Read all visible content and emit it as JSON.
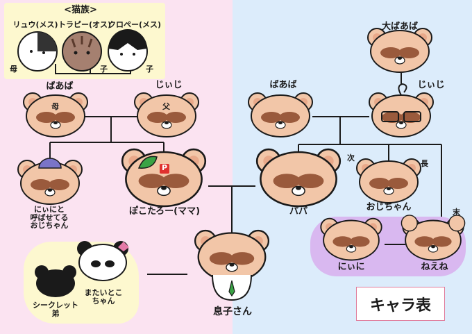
{
  "cats": {
    "heading": "<猫族>",
    "names": [
      "リュウ(メス)",
      "トラピー(オス)",
      "クロペー(メス)"
    ],
    "mother_tag": "母",
    "child_tag": "子"
  },
  "left_family": {
    "grandma_label": "ばあば",
    "grandma_face_mark": "母",
    "grandpa_label": "じぃじ",
    "grandpa_face_mark": "父",
    "uncle_label": "にぃにと\n呼ばせてる\nおじちゃん",
    "mama_label": "ぽこたろー(ママ)",
    "mama_badge": "P"
  },
  "right_family": {
    "great_grandma_label": "大ばあば",
    "grandma_label": "ばあば",
    "grandpa_label": "じぃじ",
    "papa_label": "パパ",
    "papa_tag": "次",
    "uncle_label": "おじちゃん",
    "uncle_tag": "長",
    "nini_label": "にぃに",
    "neene_label": "ねえね",
    "neene_tag": "末"
  },
  "son_label": "息子さん",
  "secret_brother_label": "シークレット\n弟",
  "cousin_label": "またいとこ\nちゃん",
  "chara_title": "キャラ表",
  "colors": {
    "left_bg": "#fbe3f1",
    "right_bg": "#dcecfb",
    "bear_face": "#f2c6a8",
    "bear_mask": "#9a5a3c",
    "cat_box": "#fdf8cf",
    "nini_box": "#d9b8f0",
    "leaf": "#3aa345",
    "badge": "#e0312f"
  }
}
